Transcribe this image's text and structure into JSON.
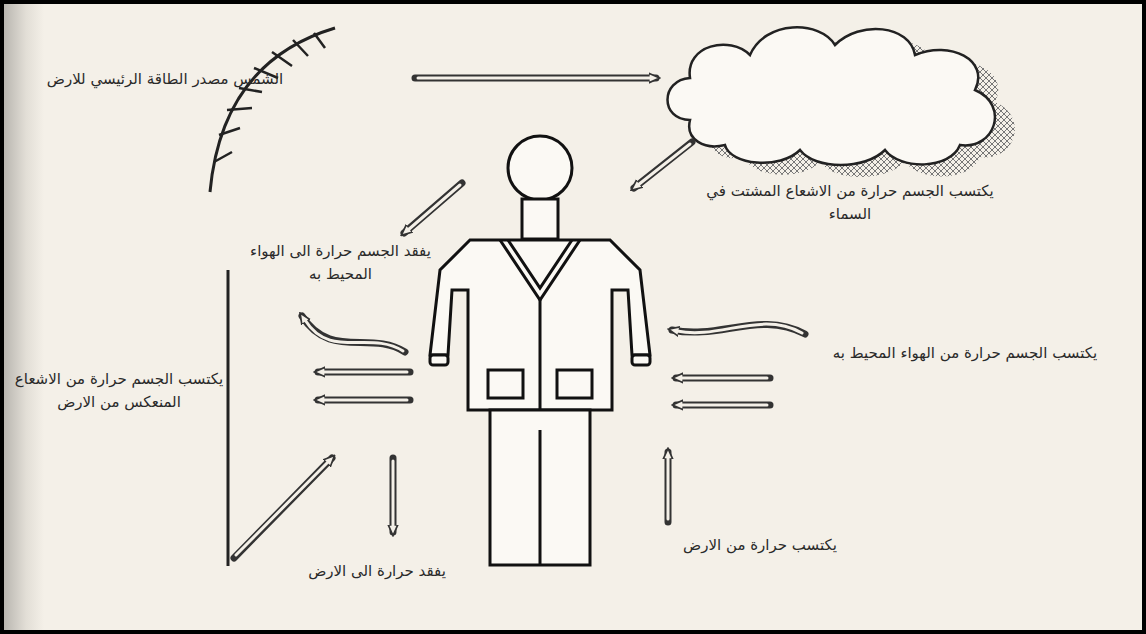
{
  "diagram": {
    "labels": [
      "الشمس مصدر الطاقة الرئيسي للارض",
      "يكتسب الجسم حرارة من الاشعاع المشتت في السماء",
      "يفقد الجسم حرارة الى الهواء المحيط به",
      "يكتسب الجسم حرارة من الاشعاع المنعكس من الارض",
      "يكتسب الجسم حرارة من الهواء المحيط به",
      "يكتسب حرارة من الارض",
      "يفقد حرارة الى الارض"
    ]
  }
}
